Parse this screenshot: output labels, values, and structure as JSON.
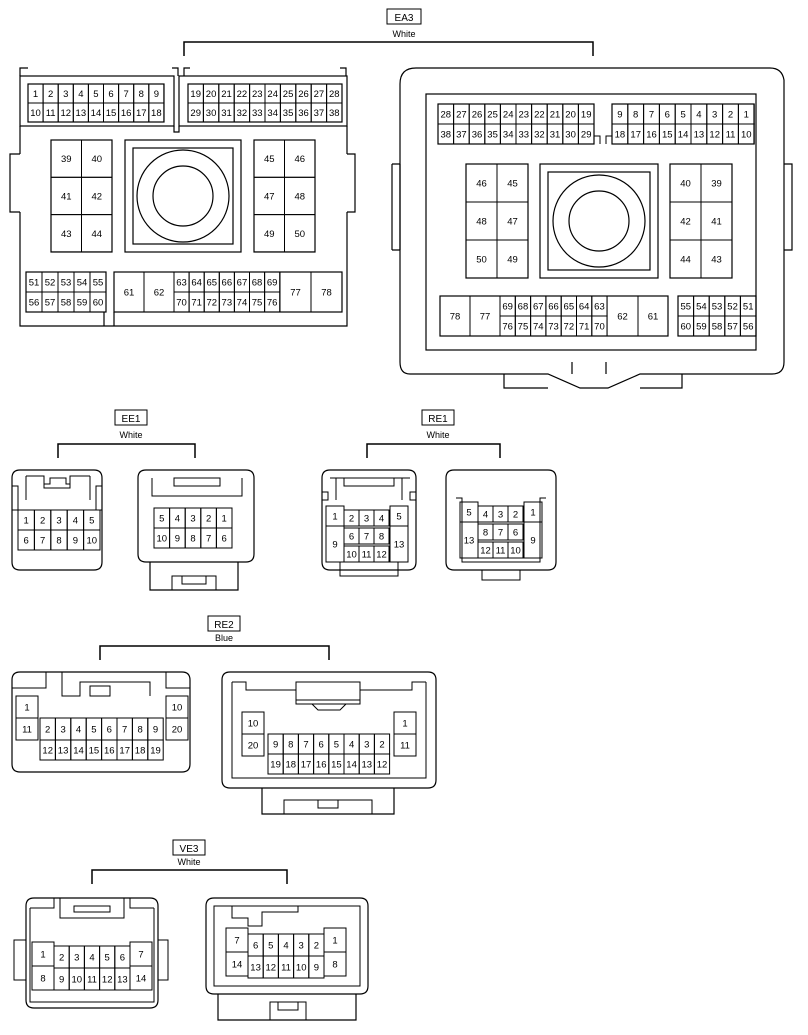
{
  "colors": {
    "stroke": "#000000",
    "background": "#ffffff"
  },
  "connectors": [
    {
      "id": "EA3",
      "label": "EA3",
      "color": "White"
    },
    {
      "id": "EE1",
      "label": "EE1",
      "color": "White"
    },
    {
      "id": "RE1",
      "label": "RE1",
      "color": "White"
    },
    {
      "id": "RE2",
      "label": "RE2",
      "color": "Blue"
    },
    {
      "id": "VE3",
      "label": "VE3",
      "color": "White"
    }
  ]
}
